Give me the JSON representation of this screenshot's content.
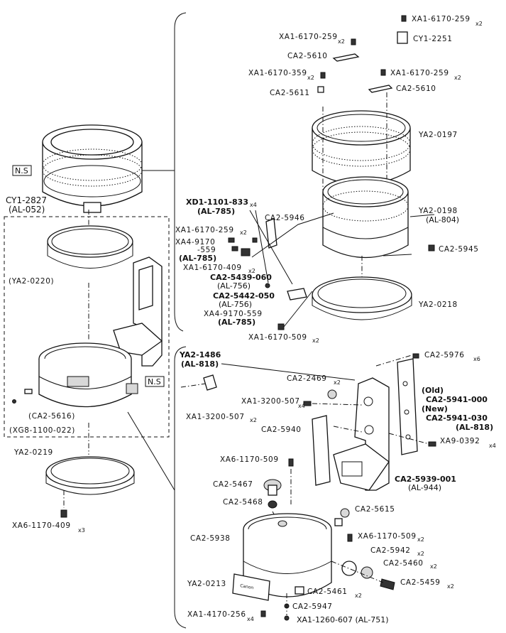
{
  "labels": {
    "xa1_6170_259_top": "XA1-6170-259",
    "xa1_6170_259_top_qty": "x2",
    "cy1_2251": "CY1-2251",
    "xa1_6170_259_b": "XA1-6170-259",
    "xa1_6170_259_b_qty": "x2",
    "ca2_5610_a": "CA2-5610",
    "xa1_6170_359": "XA1-6170-359",
    "xa1_6170_359_qty": "x2",
    "xa1_6170_259_c": "XA1-6170-259",
    "xa1_6170_259_c_qty": "x2",
    "ca2_5611": "CA2-5611",
    "ca2_5610_b": "CA2-5610",
    "ya2_0197": "YA2-0197",
    "ns_top": "N.S",
    "cy1_2827": "CY1-2827",
    "al_052": "(AL-052)",
    "xd1_1101_833": "XD1-1101-833",
    "xd1_1101_833_qty": "x4",
    "al_785_a": "(AL-785)",
    "ca2_5946": "CA2-5946",
    "ya2_0198": "YA2-0198",
    "al_804": "(AL-804)",
    "xa1_6170_259_d": "XA1-6170-259",
    "xa1_6170_259_d_qty": "x2",
    "xa4_9170": "XA4-9170",
    "dash_559": "-559",
    "al_785_b": "(AL-785)",
    "ca2_5945": "CA2-5945",
    "xa1_6170_409": "XA1-6170-409",
    "xa1_6170_409_qty": "x2",
    "ya2_0220": "(YA2-0220)",
    "ca2_5439_060": "CA2-5439-060",
    "al_756_a": "(AL-756)",
    "ca2_5442_050": "CA2-5442-050",
    "al_756_b": "(AL-756)",
    "ya2_0218": "YA2-0218",
    "xa4_9170_559": "XA4-9170-559",
    "al_785_c": "(AL-785)",
    "xa1_6170_509": "XA1-6170-509",
    "xa1_6170_509_qty": "x2",
    "ya2_1486": "YA2-1486",
    "al_818_a": "(AL-818)",
    "ca2_5976": "CA2-5976",
    "ca2_5976_qty": "x6",
    "ns_mid": "N.S",
    "ca2_2469": "CA2-2469",
    "ca2_2469_qty": "x2",
    "old": "(Old)",
    "ca2_5941_000": "CA2-5941-000",
    "new": "(New)",
    "ca2_5941_030": "CA2-5941-030",
    "al_818_b": "(AL-818)",
    "xa1_3200_507_a": "XA1-3200-507",
    "xa1_3200_507_a_qty": "x4",
    "ca2_5616": "(CA2-5616)",
    "xa1_3200_507_b": "XA1-3200-507",
    "xa1_3200_507_b_qty": "x2",
    "xg8_1100_022": "(XG8-1100-022)",
    "ca2_5940": "CA2-5940",
    "xa9_0392": "XA9-0392",
    "xa9_0392_qty": "x4",
    "ya2_0219": "YA2-0219",
    "xa6_1170_509_a": "XA6-1170-509",
    "ca2_5467": "CA2-5467",
    "ca2_5939_001": "CA2-5939-001",
    "al_944": "(AL-944)",
    "ca2_5468": "CA2-5468",
    "xa6_1170_409": "XA6-1170-409",
    "xa6_1170_409_qty": "x3",
    "ca2_5615": "CA2-5615",
    "ca2_5938": "CA2-5938",
    "xa6_1170_509_b": "XA6-1170-509",
    "xa6_1170_509_b_qty": "x2",
    "ca2_5942": "CA2-5942",
    "ca2_5942_qty": "x2",
    "ca2_5460": "CA2-5460",
    "ca2_5460_qty": "x2",
    "ya2_0213": "YA2-0213",
    "ca2_5459": "CA2-5459",
    "ca2_5459_qty": "x2",
    "ca2_5461": "CA2-5461",
    "ca2_5461_qty": "x2",
    "ca2_5947": "CA2-5947",
    "xa1_4170_256": "XA1-4170-256",
    "xa1_4170_256_qty": "x4",
    "xa1_1260_607": "XA1-1260-607 (AL-751)",
    "canon_logo": "Canon"
  }
}
